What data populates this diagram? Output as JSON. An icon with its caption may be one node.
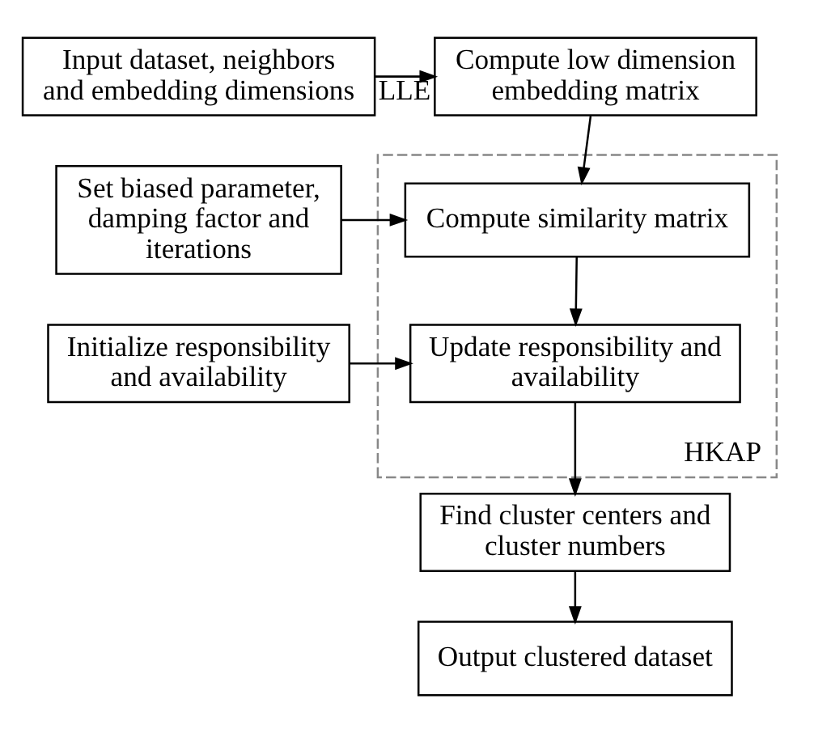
{
  "diagram": {
    "nodes": [
      {
        "text": [
          "Input dataset, neighbors and embedding dimensions"
        ]
      },
      {
        "text": [
          "Compute low dimension embedding matrix"
        ]
      },
      {
        "text": [
          "HKAP"
        ]
      },
      {
        "text": [
          "Set biased parameter, damping factor and iterations"
        ]
      },
      {
        "text": [
          "Compute similarity matrix"
        ],
        "in": 2
      },
      {
        "text": [
          "Initialize responsibility and availability"
        ]
      },
      {
        "text": [
          "Update responsibility and availability"
        ],
        "in": 2
      },
      {
        "text": [
          "Find cluster centers and cluster numbers"
        ]
      },
      {
        "text": [
          "Output clustered dataset"
        ]
      }
    ],
    "edges": [
      {
        "from": 0,
        "to": 1,
        "arrow": "to",
        "label": "LLE"
      },
      {
        "from": 1,
        "to": 4,
        "arrow": "to"
      },
      {
        "from": 3,
        "to": 4,
        "arrow": "to"
      },
      {
        "from": 4,
        "to": 6,
        "arrow": "to"
      },
      {
        "from": 5,
        "to": 6,
        "arrow": "to"
      },
      {
        "from": 6,
        "to": 7,
        "arrow": "to"
      },
      {
        "from": 7,
        "to": 8,
        "arrow": "to"
      }
    ]
  }
}
